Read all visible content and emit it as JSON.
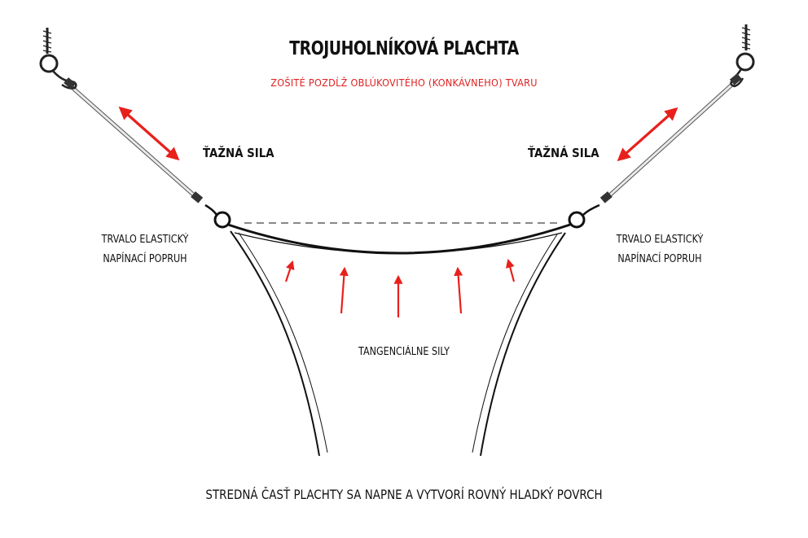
{
  "title": "TROJUHOLNÍKOVÁ PLACHTA",
  "subtitle": "ZOŠITÉ POZDĹŽ OBLÚKOVITÉHO (KONKÁVNEHO) TVARU",
  "force_left": "ŤAŽNÁ SILA",
  "force_right": "ŤAŽNÁ SILA",
  "strap_left": {
    "line1": "TRVALO ELASTICKÝ",
    "line2": "NAPÍNACÍ POPRUH"
  },
  "strap_right": {
    "line1": "TRVALO ELASTICKÝ",
    "line2": "NAPÍNACÍ POPRUH"
  },
  "tangent_label": "TANGENCIÁLNE SILY",
  "footer": "STREDNÁ ČASŤ PLACHTY SA NAPNE A VYTVORÍ ROVNÝ HLADKÝ POVRCH",
  "colors": {
    "arrow": "#e8201c",
    "line": "#111111",
    "subtitle": "#e02020"
  },
  "icons": {
    "hook": "screw-eye-hook-icon",
    "clip": "snap-shackle-icon"
  }
}
